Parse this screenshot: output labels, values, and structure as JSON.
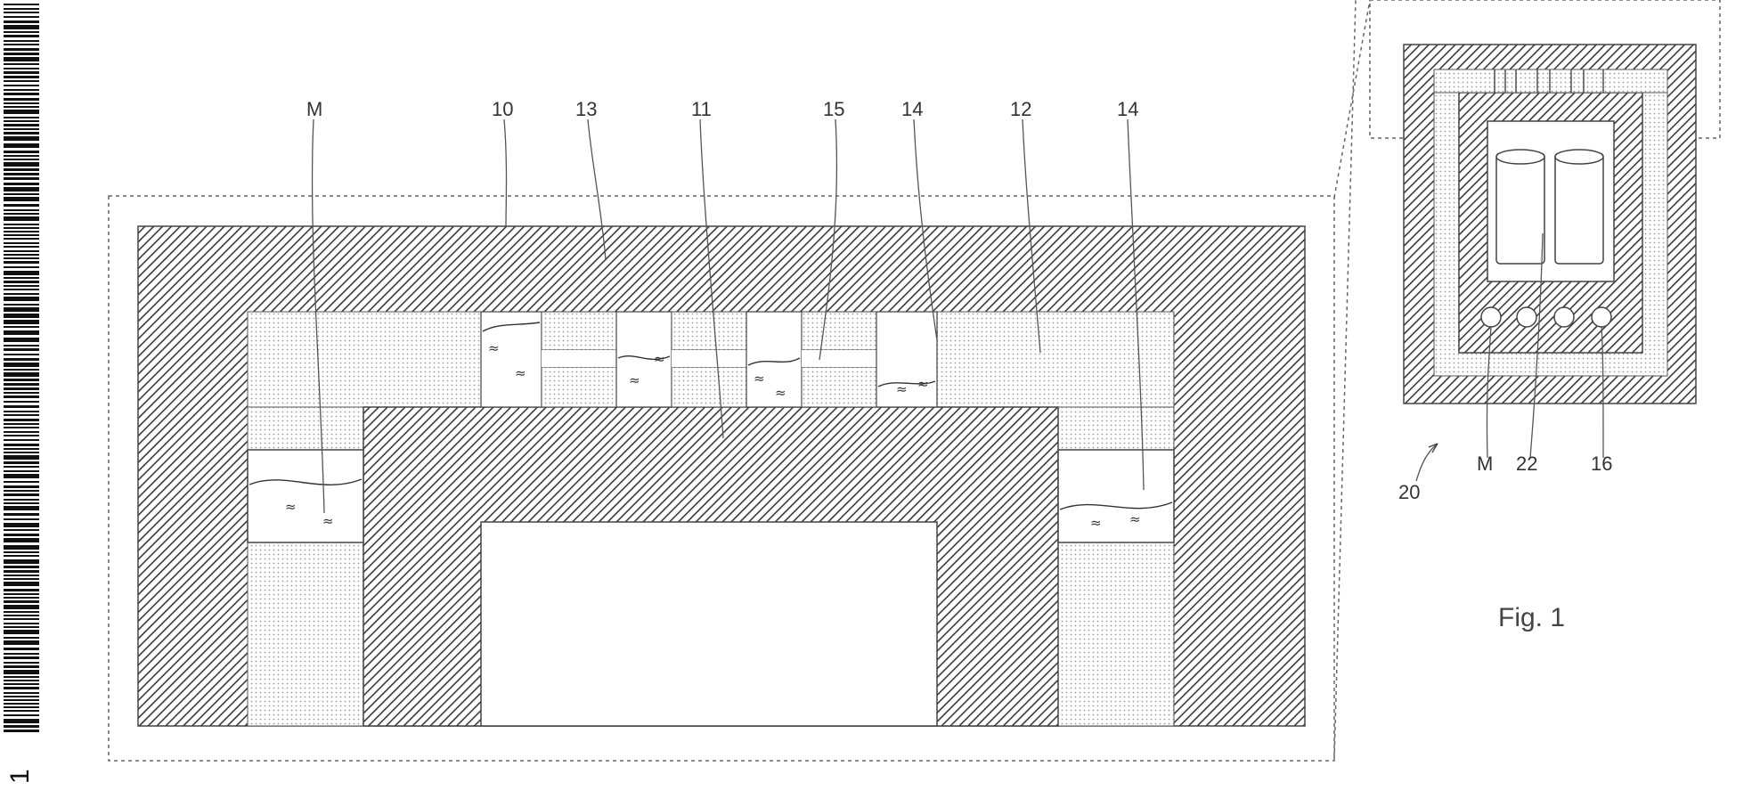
{
  "labels": {
    "M_main": "M",
    "l10": "10",
    "l13": "13",
    "l11": "11",
    "l15": "15",
    "l14a": "14",
    "l12": "12",
    "l14b": "14",
    "M_inset": "M",
    "l22": "22",
    "l16": "16",
    "l20": "20"
  },
  "figure_caption": "Fig. 1",
  "side_mark": "1",
  "approx_symbol": "≈",
  "colors": {
    "hatch_stroke": "#3a3a3a",
    "dot_fill": "#9a9a9a",
    "outline": "#444444"
  }
}
